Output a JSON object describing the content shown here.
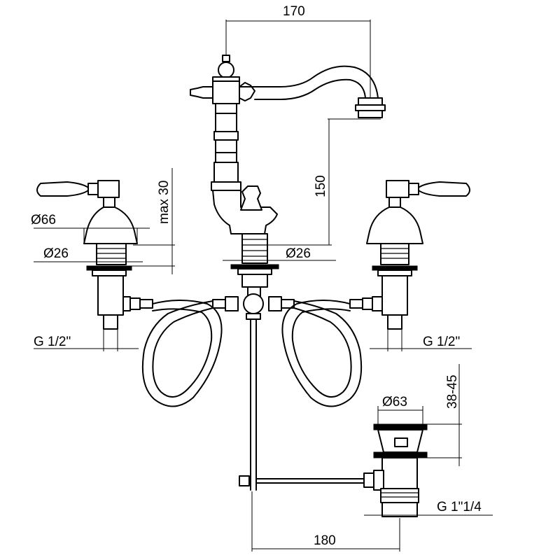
{
  "dimensions": {
    "spout_reach": "170",
    "spout_height": "150",
    "max_height": "max 30",
    "handle_base_diameter": "Ø66",
    "left_shank_diameter": "Ø26",
    "center_shank_diameter": "Ø26",
    "left_thread": "G 1/2\"",
    "right_thread": "G 1/2\"",
    "drain_diameter": "Ø63",
    "drain_height": "38-45",
    "drain_thread": "G 1\"1/4",
    "drain_offset": "180"
  }
}
